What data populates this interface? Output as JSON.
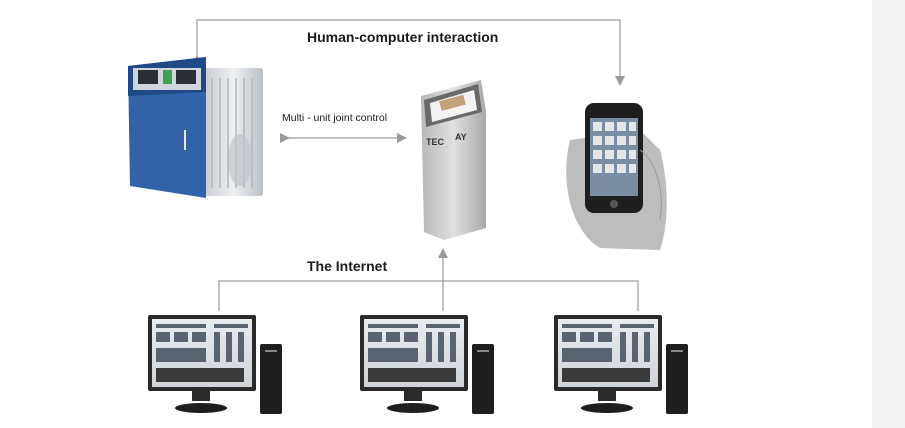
{
  "labels": {
    "human_computer_interaction": "Human-computer interaction",
    "multi_unit_joint_control": "Multi - unit joint control",
    "the_internet": "The Internet"
  },
  "devices": {
    "kiosk_brand": "TEC",
    "kiosk_brand_suffix": "AY"
  },
  "colors": {
    "line": "#9a9a9a",
    "boiler_blue": "#2b5fa8",
    "boiler_silver": "#d4d8dc"
  }
}
